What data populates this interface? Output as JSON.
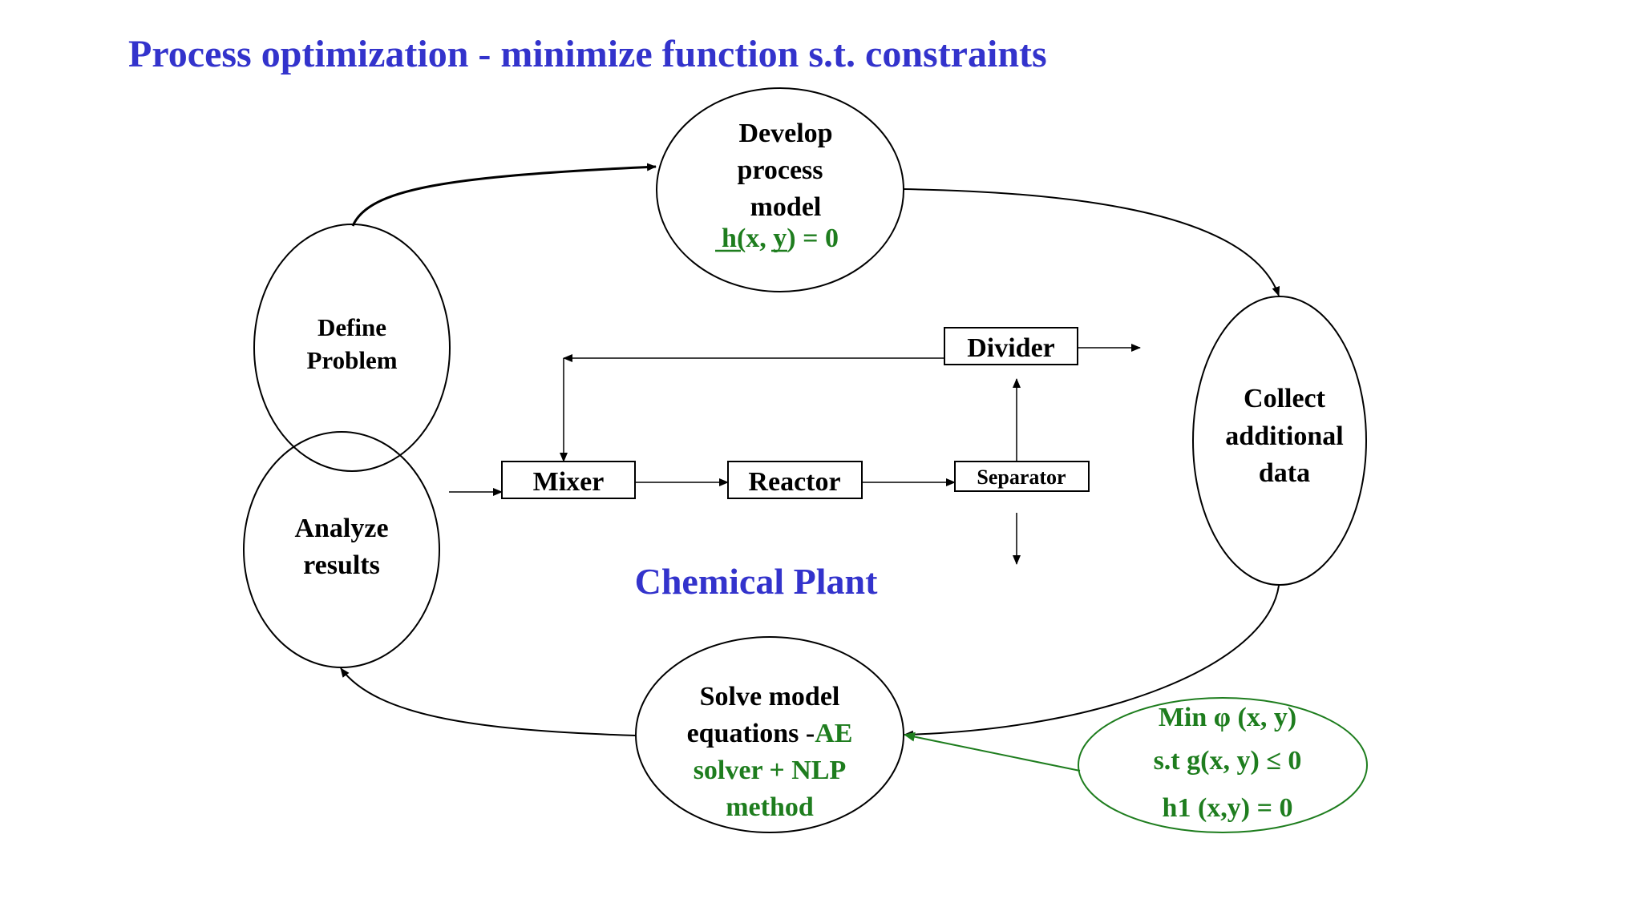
{
  "title": "Process optimization - minimize function s.t. constraints",
  "nodes": {
    "develop": {
      "lines": [
        "Develop",
        "process",
        "model"
      ],
      "equation": "h(x, y) = 0",
      "equation_color": "#1e7d1e"
    },
    "define": {
      "lines": [
        "Define",
        "Problem"
      ]
    },
    "analyze": {
      "lines": [
        "Analyze",
        "results"
      ]
    },
    "collect": {
      "lines": [
        "Collect",
        "additional",
        "data"
      ]
    },
    "solve": {
      "line1": "Solve model",
      "line2_black": "equations -",
      "line2_green": "AE",
      "line3": "solver + NLP",
      "line4": "method"
    },
    "constraints": {
      "lines": [
        "Min φ (x, y)",
        "s.t g(x, y) ≤ 0",
        "h1 (x,y) = 0"
      ]
    }
  },
  "plant": {
    "label": "Chemical Plant",
    "mixer": "Mixer",
    "reactor": "Reactor",
    "separator": "Separator",
    "divider": "Divider"
  },
  "colors": {
    "title": "#3333cc",
    "green": "#1e7d1e",
    "black": "#000000"
  }
}
